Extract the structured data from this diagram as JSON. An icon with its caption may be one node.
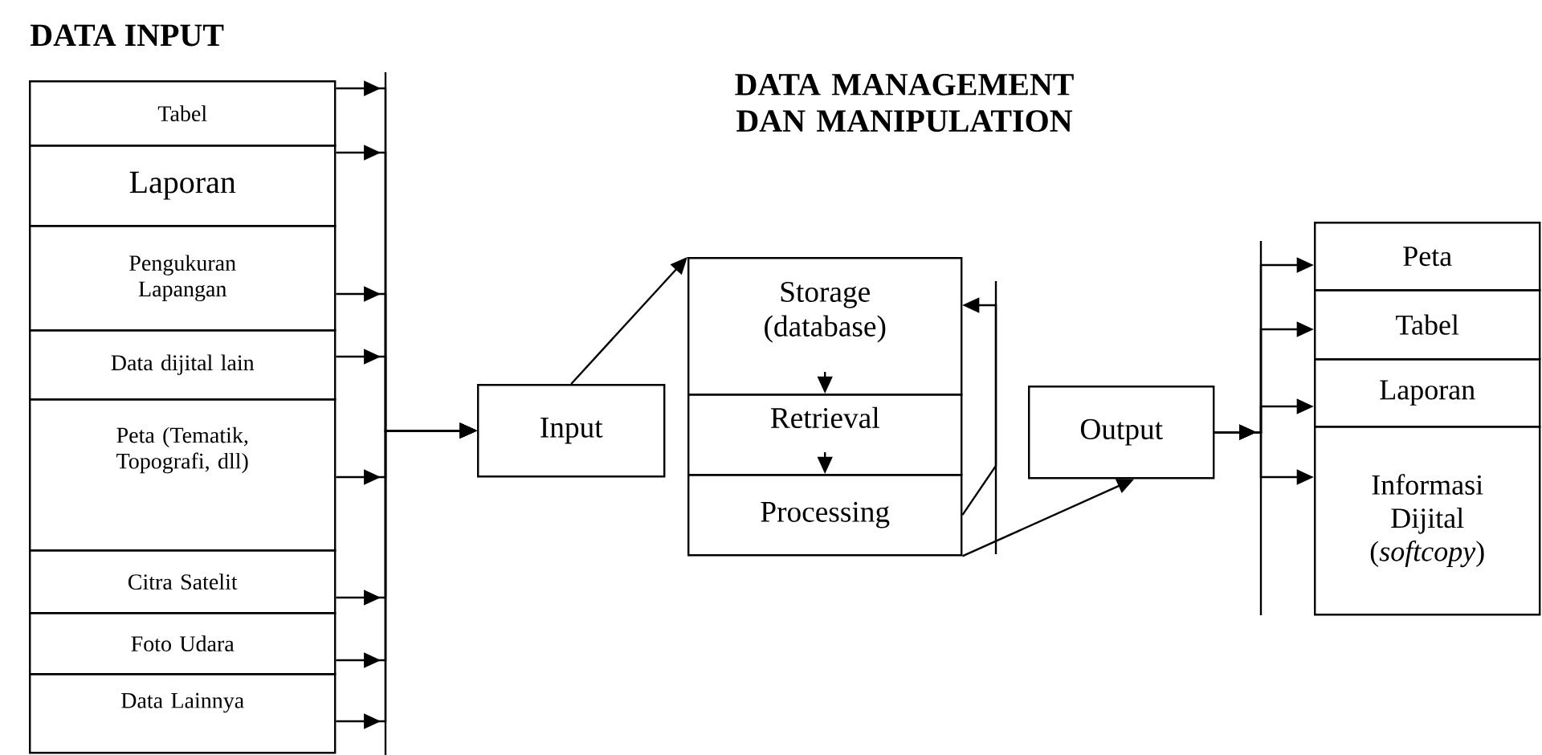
{
  "diagram": {
    "nodes": [
      {
        "text": [
          "Tabel"
        ]
      },
      {
        "text": [
          "Laporan"
        ]
      },
      {
        "text": [
          "Pengukuran Lapangan"
        ]
      },
      {
        "text": [
          "Data dijital lain"
        ]
      },
      {
        "text": [
          "Peta (Tematik, Topografi, dll)"
        ]
      },
      {
        "text": [
          "Citra Satelit"
        ]
      },
      {
        "text": [
          "Foto Udara"
        ]
      },
      {
        "text": [
          "Data Lainnya"
        ]
      },
      {
        "text": [
          "Input"
        ]
      },
      {
        "text": [
          "Storage (database)"
        ]
      },
      {
        "text": [
          "Retrieval"
        ]
      },
      {
        "text": [
          "Processing"
        ]
      },
      {
        "text": [
          "Output"
        ]
      },
      {
        "text": [
          "Peta"
        ]
      },
      {
        "text": [
          "Tabel"
        ]
      },
      {
        "text": [
          "Laporan"
        ]
      },
      {
        "text": [
          "Informasi Dijital (*softcopy*)"
        ]
      }
    ],
    "edges": [
      {
        "from": 0,
        "to": 8,
        "arrow": "to"
      },
      {
        "from": 1,
        "to": 8,
        "arrow": "to"
      },
      {
        "from": 2,
        "to": 8,
        "arrow": "to"
      },
      {
        "from": 3,
        "to": 8,
        "arrow": "to"
      },
      {
        "from": 4,
        "to": 8,
        "arrow": "to"
      },
      {
        "from": 5,
        "to": 8,
        "arrow": "to"
      },
      {
        "from": 6,
        "to": 8,
        "arrow": "to"
      },
      {
        "from": 7,
        "to": 8,
        "arrow": "to"
      },
      {
        "from": 8,
        "to": 9,
        "arrow": "to"
      },
      {
        "from": 9,
        "to": 10,
        "arrow": "to"
      },
      {
        "from": 10,
        "to": 11,
        "arrow": "to"
      },
      {
        "from": 11,
        "to": 9,
        "arrow": "to"
      },
      {
        "from": 11,
        "to": 12,
        "arrow": "to"
      },
      {
        "from": 12,
        "to": 13,
        "arrow": "to"
      },
      {
        "from": 12,
        "to": 14,
        "arrow": "to"
      },
      {
        "from": 12,
        "to": 15,
        "arrow": "to"
      },
      {
        "from": 12,
        "to": 16,
        "arrow": "to"
      }
    ],
    "labels": [
      "DATA INPUT",
      "DATA MANAGEMENT DAN MANIPULATION"
    ]
  }
}
